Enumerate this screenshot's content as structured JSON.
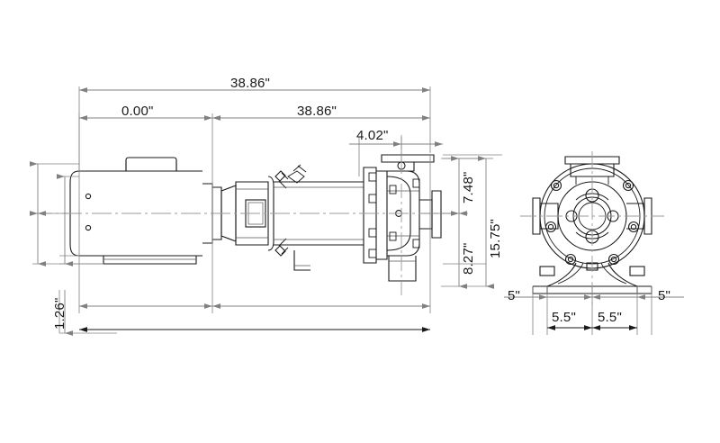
{
  "drawing": {
    "type": "engineering-dimension-drawing",
    "subject": "magnetic drive centrifugal pump with motor",
    "units": "inches",
    "views": [
      {
        "name": "side-elevation-view",
        "position": "left"
      },
      {
        "name": "end-elevation-view",
        "position": "right"
      }
    ],
    "colors": {
      "outline": "#1a1a1a",
      "dimension_line": "#808080",
      "dimension_line_dark": "#1a1a1a",
      "centerline": "#9a9a9a",
      "text": "#1a1a1a",
      "background": "#ffffff"
    }
  },
  "dimensions": {
    "overall_length": "38.86\"",
    "datum_origin": "0.00\"",
    "pump_to_flange": "38.86\"",
    "discharge_offset": "4.02\"",
    "discharge_height": "7.48\"",
    "suction_height": "8.27\"",
    "overall_height": "15.75\"",
    "base_height": "1.26\"",
    "base_left_overhang": "5\"",
    "base_right_overhang": "5\"",
    "base_bolt_left": "5.5\"",
    "base_bolt_right": "5.5\""
  },
  "labels": {
    "top_overall": "38.86\"",
    "second_origin": "0.00\"",
    "second_length": "38.86\"",
    "discharge_offset": "4.02\"",
    "vertical_748": "7.48\"",
    "vertical_827": "8.27\"",
    "vertical_1575": "15.75\"",
    "vertical_126": "1.26\"",
    "end_left_5": "5\"",
    "end_right_5": "5\"",
    "end_left_55": "5.5\"",
    "end_right_55": "5.5\""
  }
}
